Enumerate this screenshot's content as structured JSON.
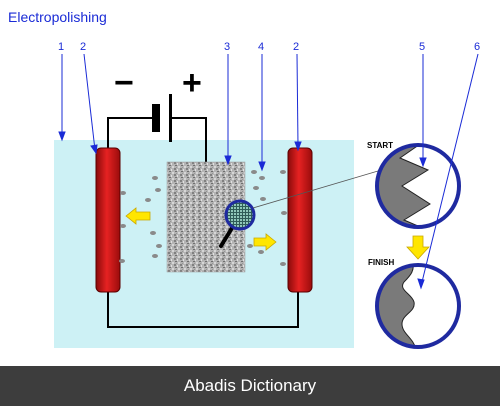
{
  "title": "Electropolishing",
  "labels": {
    "num_1": "1",
    "num_2_left": "2",
    "num_3": "3",
    "num_4": "4",
    "num_2_right": "2",
    "num_5": "5",
    "num_6": "6",
    "minus": "−",
    "plus": "+",
    "start": "START",
    "finish": "FINISH"
  },
  "footer": "Abadis Dictionary",
  "colors": {
    "label_blue": "#1a2bd6",
    "bath": "#cdf1f5",
    "electrode_red": "#cc1414",
    "arrow_yellow": "#ffe600",
    "circle_border": "#1f2aa0",
    "surface_grey": "#7a7a7a",
    "footer_bg": "#3d3d3d"
  }
}
